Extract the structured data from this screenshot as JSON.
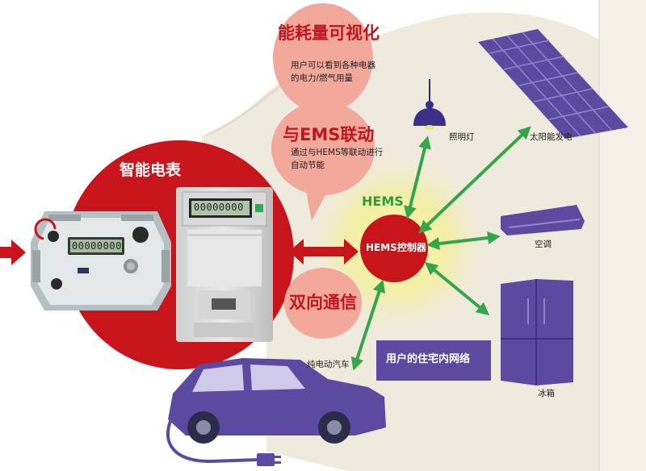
{
  "bubbles": {
    "visualization": {
      "title": "能耗量可视化",
      "desc_line1": "用户可以看到各种电器",
      "desc_line2": "的电力/燃气用量"
    },
    "ems_link": {
      "title": "与EMS联动",
      "desc_line1": "通过与HEMS等联动进行",
      "desc_line2": "自动节能"
    },
    "two_way": {
      "title": "双向通信"
    }
  },
  "smart_meter": {
    "title": "智能电表",
    "display_round": "00000000",
    "display_box": "00000000"
  },
  "hems": {
    "label": "HEMS",
    "controller": "HEMS控制器"
  },
  "devices": {
    "lighting": "照明灯",
    "solar": "太阳能发电",
    "aircon": "空调",
    "fridge": "冰箱",
    "ev": "纯电动汽车"
  },
  "network": {
    "label": "用户的住宅内网络"
  },
  "colors": {
    "red": "#c8151b",
    "pink_bubble": "#f2a89b",
    "purple": "#5b4aa0",
    "green_arrow": "#34a54a",
    "house": "#efeade"
  }
}
